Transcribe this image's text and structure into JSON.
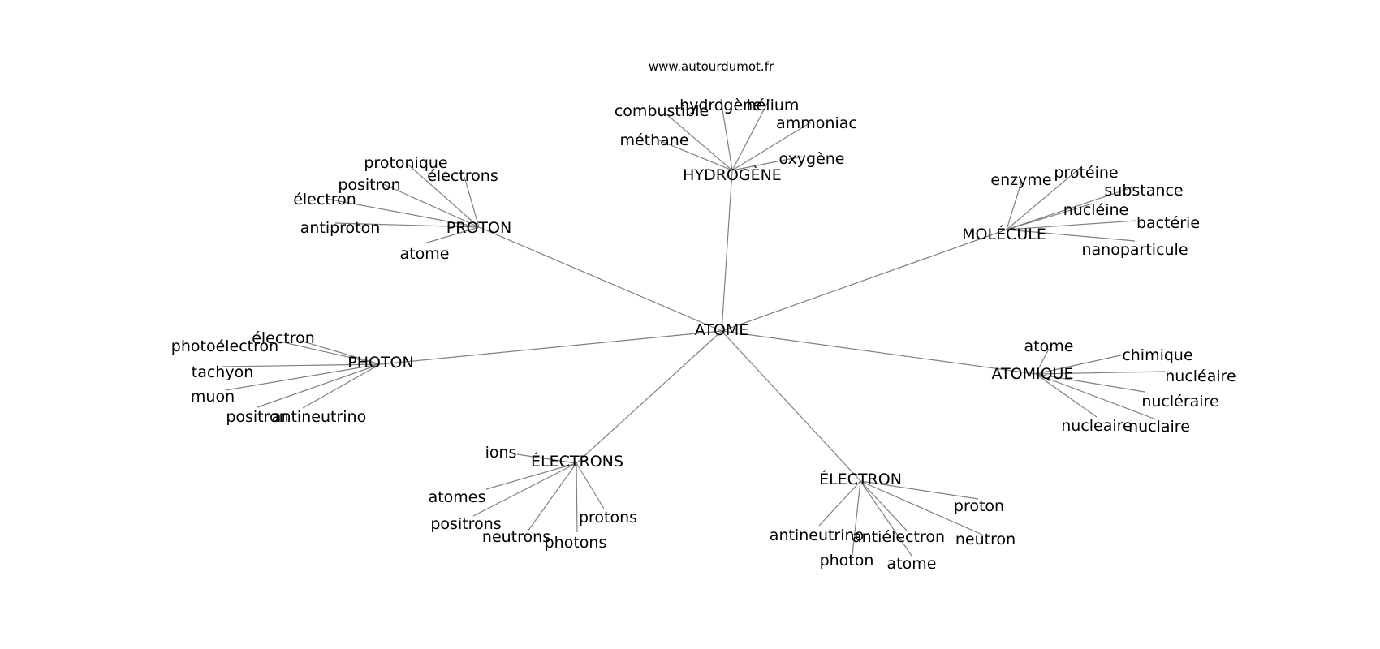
{
  "site": "www.autourdumot.fr",
  "root": "ATOME",
  "hubs": [
    {
      "id": "hydrogene",
      "label": "HYDROGÈNE",
      "words": [
        "combustible",
        "hydrogène",
        "hélium",
        "ammoniac",
        "méthane",
        "oxygène"
      ]
    },
    {
      "id": "molecule",
      "label": "MOLÉCULE",
      "words": [
        "enzyme",
        "protéine",
        "substance",
        "nucléine",
        "bactérie",
        "nanoparticule"
      ]
    },
    {
      "id": "atomique",
      "label": "ATOMIQUE",
      "words": [
        "atome",
        "chimique",
        "nucléaire",
        "nucléraire",
        "nucleaire",
        "nuclaire"
      ]
    },
    {
      "id": "electron",
      "label": "ÉLECTRON",
      "words": [
        "proton",
        "antineutrino",
        "antiélectron",
        "neutron",
        "photon",
        "atome"
      ]
    },
    {
      "id": "electrons",
      "label": "ÉLECTRONS",
      "words": [
        "ions",
        "atomes",
        "positrons",
        "neutrons",
        "photons",
        "protons"
      ]
    },
    {
      "id": "photon",
      "label": "PHOTON",
      "words": [
        "électron",
        "photoélectron",
        "tachyon",
        "muon",
        "positron",
        "antineutrino"
      ]
    },
    {
      "id": "proton",
      "label": "PROTON",
      "words": [
        "protonique",
        "électrons",
        "positron",
        "électron",
        "antiproton",
        "atome"
      ]
    }
  ]
}
